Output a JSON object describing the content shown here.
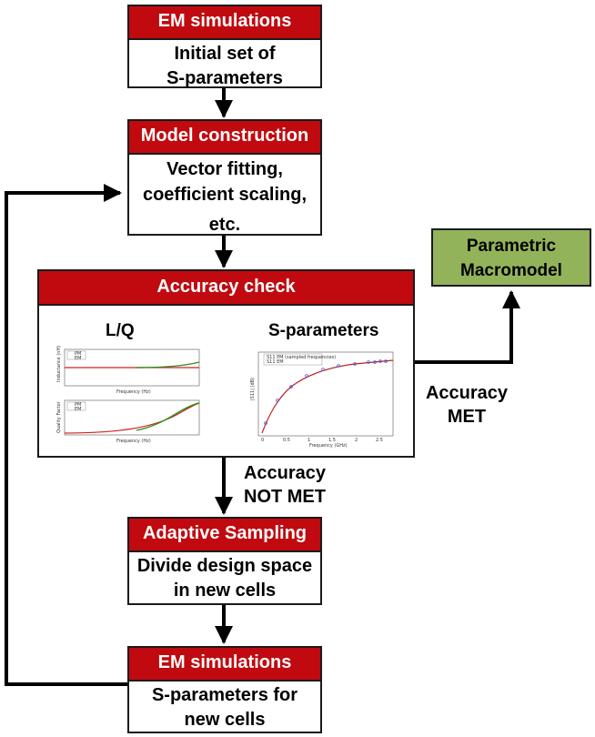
{
  "nodes": {
    "em_sim_1": {
      "title": "EM simulations",
      "lines": [
        "Initial set of",
        "S-parameters"
      ]
    },
    "model_construction": {
      "title": "Model construction",
      "lines": [
        "Vector fitting,",
        "coefficient scaling,",
        "etc."
      ]
    },
    "accuracy_check": {
      "title": "Accuracy check",
      "lq_title": "L/Q",
      "s_title": "S-parameters",
      "lq_top": {
        "ylabel": "Inductance (nH)",
        "xlabel": "Frequency (Hz)",
        "legend": [
          "PM",
          "EM"
        ]
      },
      "lq_bottom": {
        "ylabel": "Quality Factor",
        "xlabel": "Frequency (Hz)",
        "legend": [
          "PM",
          "EM"
        ]
      },
      "s_plot": {
        "ylabel": "|S11| (dB)",
        "xlabel": "Frequency (GHz)",
        "legend": [
          "S11 PM (sampled frequencies)",
          "S11 EM"
        ],
        "xticks": [
          "0",
          "0.5",
          "1",
          "1.5",
          "2",
          "2.5"
        ]
      }
    },
    "parametric_macromodel": {
      "lines": [
        "Parametric",
        "Macromodel"
      ]
    },
    "adaptive_sampling": {
      "title": "Adaptive Sampling",
      "lines": [
        "Divide design space",
        "in new cells"
      ]
    },
    "em_sim_2": {
      "title": "EM simulations",
      "lines": [
        "S-parameters for",
        "new cells"
      ]
    }
  },
  "edge_labels": {
    "met": [
      "Accuracy",
      "MET"
    ],
    "not_met": [
      "Accuracy",
      "NOT MET"
    ]
  },
  "colors": {
    "header_red": "#c00a10",
    "macromodel_green": "#93b35a",
    "pm_curve": "#d22020",
    "em_curve": "#2f8f1f",
    "s_curve": "#c02020",
    "s_markers": "#5050c8"
  }
}
